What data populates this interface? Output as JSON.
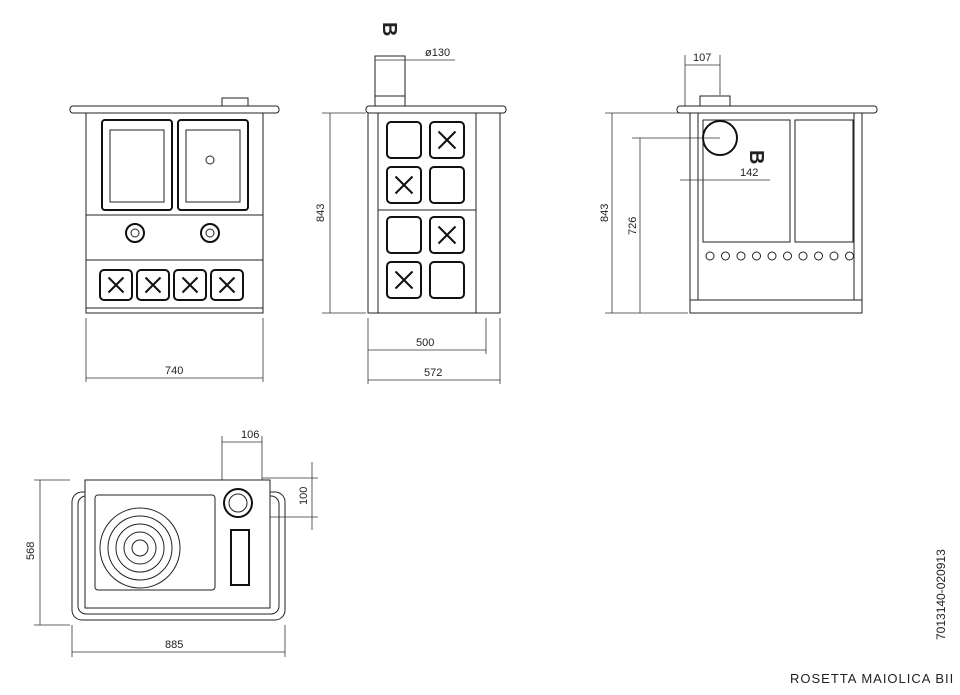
{
  "front_view": {
    "width_dim": "740"
  },
  "side_view": {
    "section_marker": "B",
    "flue_diameter": "ø130",
    "height_dim": "843",
    "depth_inner_dim": "500",
    "depth_dim": "572"
  },
  "rear_view": {
    "flue_offset_dim": "107",
    "section_marker": "B",
    "flue_side_dim": "142",
    "height_dim": "843",
    "flue_height_dim": "726"
  },
  "top_view": {
    "flue_x_dim": "106",
    "flue_y_dim": "100",
    "depth_dim": "568",
    "width_dim": "885"
  },
  "drawing_code": "7013140-020913",
  "model_name": "ROSETTA MAIOLICA BII"
}
